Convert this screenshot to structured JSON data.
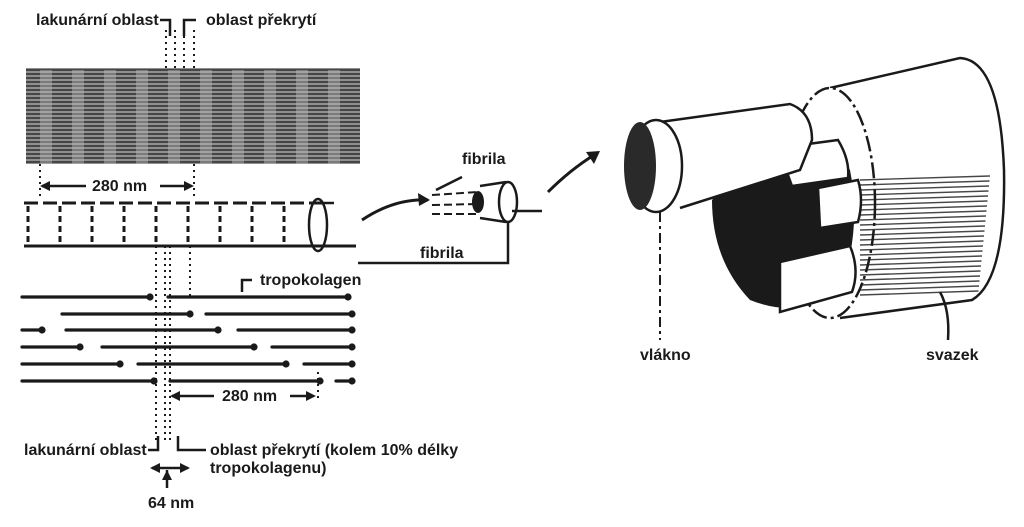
{
  "labels": {
    "lacunar_top": "lakunární oblast",
    "overlap_top": "oblast překrytí",
    "period_280_top": "280 nm",
    "fibril_upper": "fibrila",
    "fibril_lower": "fibrila",
    "tropocollagen": "tropokolagen",
    "period_280_bottom": "280 nm",
    "lacunar_bottom": "lakunární oblast",
    "overlap_bottom_line1": "oblast překrytí (kolem 10% délky",
    "overlap_bottom_line2": "tropokolagenu)",
    "nm64": "64 nm",
    "fiber": "vlákno",
    "bundle": "svazek"
  },
  "colors": {
    "ink": "#1a1a1a",
    "band_gray": "#8a8a8a"
  }
}
